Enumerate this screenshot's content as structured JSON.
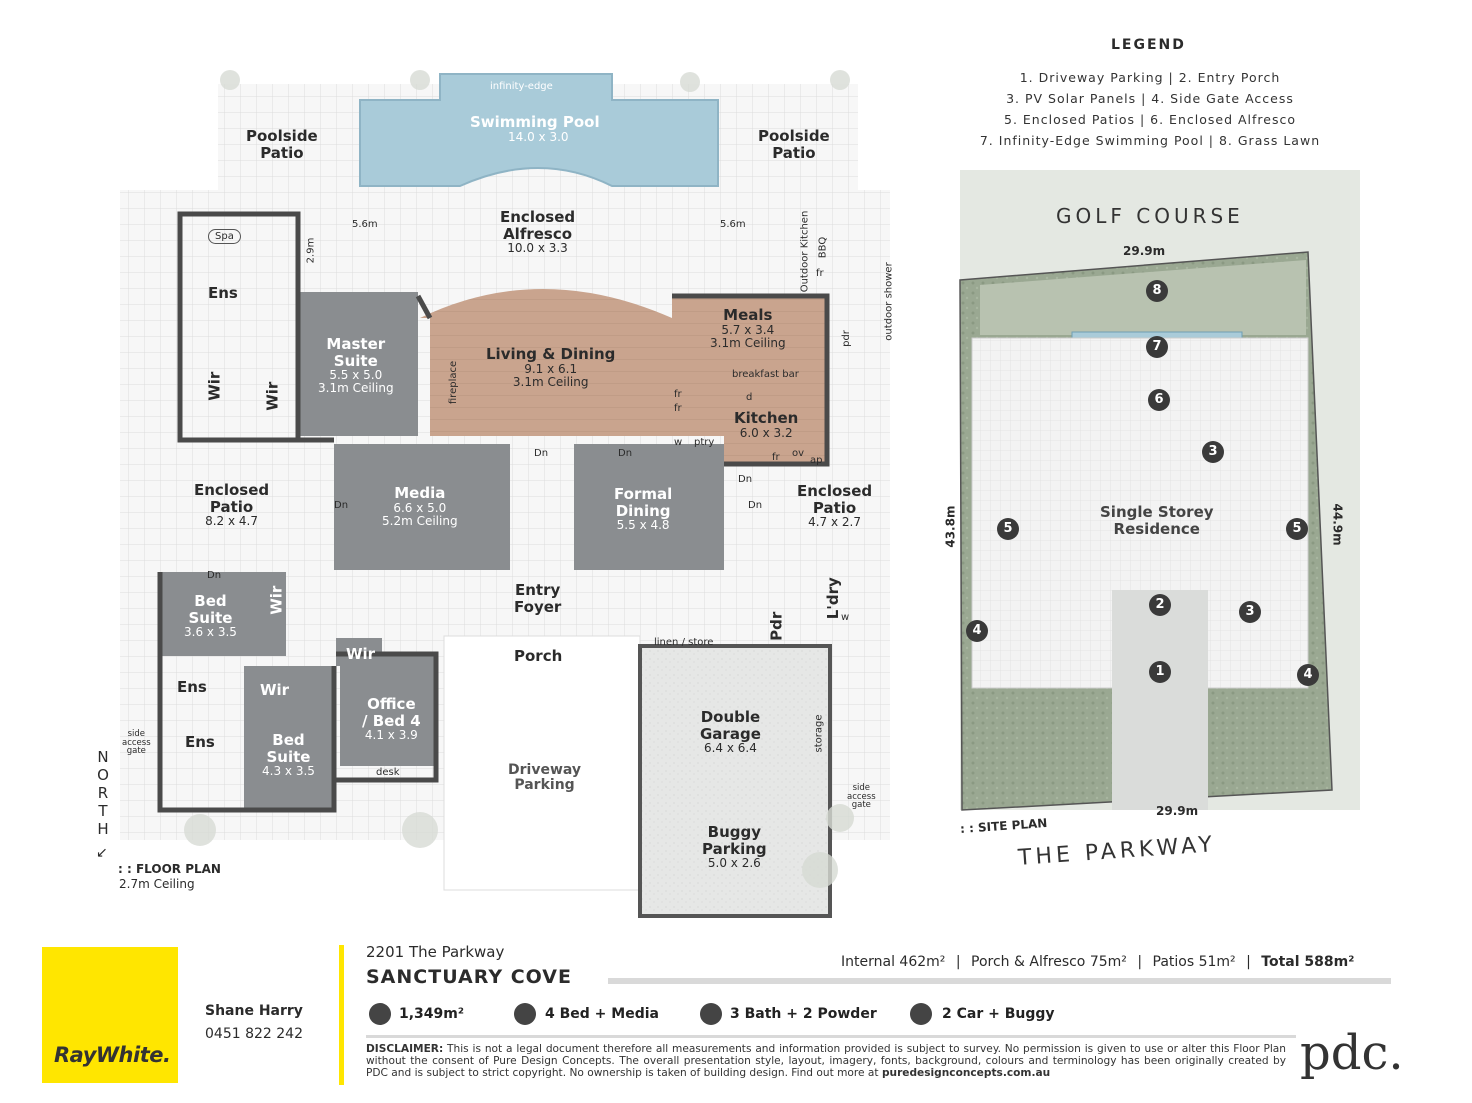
{
  "legend": {
    "title": "LEGEND",
    "lines": [
      "1. Driveway Parking  |  2. Entry Porch",
      "3. PV Solar Panels  |  4. Side Gate Access",
      "5. Enclosed Patios  |  6. Enclosed Alfresco",
      "7. Infinity-Edge Swimming Pool  |  8. Grass Lawn"
    ]
  },
  "floor_plan": {
    "pool": {
      "name": "Swimming Pool",
      "dim": "14.0 x 3.0",
      "edge": "infinity-edge"
    },
    "poolside_left": [
      "Poolside",
      "Patio"
    ],
    "poolside_right": [
      "Poolside",
      "Patio"
    ],
    "alfresco": {
      "name": [
        "Enclosed",
        "Alfresco"
      ],
      "dim": "10.0 x 3.3"
    },
    "dim_left": "5.6m",
    "dim_right": "5.6m",
    "dim_vert": "2.9m",
    "spa": "Spa",
    "ens_master": "Ens",
    "wir_a": "Wir",
    "wir_b": "Wir",
    "master": {
      "name": [
        "Master",
        "Suite"
      ],
      "dim": "5.5 x 5.0",
      "ceiling": "3.1m Ceiling"
    },
    "living": {
      "name": "Living & Dining",
      "dim": "9.1 x 6.1",
      "ceiling": "3.1m Ceiling"
    },
    "fireplace": "fireplace",
    "meals": {
      "name": "Meals",
      "dim": "5.7 x 3.4",
      "ceiling": "3.1m Ceiling"
    },
    "outdoor_kitchen": [
      "Outdoor",
      "Kitchen"
    ],
    "bbq": "BBQ",
    "fr_bbq": "fr",
    "pdr_top": "pdr",
    "outdoor_shower": [
      "outdoor",
      "shower"
    ],
    "breakfast_bar": "breakfast bar",
    "kitchen": {
      "name": "Kitchen",
      "dim": "6.0 x 3.2"
    },
    "kitchen_d": "d",
    "fr1": "fr",
    "fr2": "fr",
    "w": "w",
    "ptry": "ptry",
    "k_fr": "fr",
    "k_ov": "ov",
    "k_ap": "ap",
    "dn": [
      "Dn",
      "Dn",
      "Dn",
      "Dn",
      "Dn",
      "Dn"
    ],
    "enclosed_patio_left": {
      "name": [
        "Enclosed",
        "Patio"
      ],
      "dim": "8.2 x 4.7"
    },
    "media": {
      "name": "Media",
      "dim": "6.6 x 5.0",
      "ceiling": "5.2m Ceiling"
    },
    "formal_dining": {
      "name": [
        "Formal",
        "Dining"
      ],
      "dim": "5.5 x 4.8"
    },
    "enclosed_patio_right": {
      "name": [
        "Enclosed",
        "Patio"
      ],
      "dim": "4.7 x 2.7"
    },
    "entry_foyer": [
      "Entry",
      "Foyer"
    ],
    "bed_suite_1": {
      "name": [
        "Bed",
        "Suite"
      ],
      "dim": "3.6 x 3.5"
    },
    "wir_bed1": "Wir",
    "pdr_mid": "Pdr",
    "ldry": "L'dry",
    "ldry_w": "w",
    "wir_office": "Wir",
    "porch": "Porch",
    "linen_store": "linen / store",
    "ens_2": "Ens",
    "wir_bed2": "Wir",
    "ens_3": "Ens",
    "bed_suite_2": {
      "name": [
        "Bed",
        "Suite"
      ],
      "dim": "4.3 x 3.5"
    },
    "office": {
      "name": [
        "Office",
        "/ Bed 4"
      ],
      "dim": "4.1 x 3.9"
    },
    "desk": "desk",
    "side_gate_left": [
      "side",
      "access",
      "gate"
    ],
    "side_gate_right": [
      "side",
      "access",
      "gate"
    ],
    "driveway": [
      "Driveway",
      "Parking"
    ],
    "garage": {
      "name": [
        "Double",
        "Garage"
      ],
      "dim": "6.4 x 6.4"
    },
    "storage": "storage",
    "buggy": {
      "name": [
        "Buggy",
        "Parking"
      ],
      "dim": "5.0 x 2.6"
    },
    "north": "NORTH",
    "plan_label": ": : FLOOR PLAN",
    "plan_ceiling": "2.7m Ceiling"
  },
  "site_plan": {
    "golf_course": "GOLF COURSE",
    "the_parkway": "THE PARKWAY",
    "dim_top": "29.9m",
    "dim_bottom": "29.9m",
    "dim_left": "43.8m",
    "dim_right": "44.9m",
    "residence": [
      "Single Storey",
      "Residence"
    ],
    "label": ": : SITE PLAN",
    "markers": [
      "8",
      "7",
      "6",
      "3",
      "5",
      "5",
      "2",
      "3",
      "4",
      "1",
      "4"
    ]
  },
  "footer": {
    "agency": "RayWhite.",
    "agent_name": "Shane Harry",
    "agent_phone": "0451 822 242",
    "address": "2201 The Parkway",
    "suburb": "SANCTUARY COVE",
    "area_internal": "Internal 462m²",
    "area_porch": "Porch & Alfresco 75m²",
    "area_patios": "Patios 51m²",
    "area_total": "Total 588m²",
    "sep": "|",
    "land": "1,349m²",
    "beds": "4 Bed + Media",
    "baths": "3 Bath + 2 Powder",
    "cars": "2 Car + Buggy",
    "disclaimer_label": "DISCLAIMER:",
    "disclaimer_text": "This is not a legal document therefore all measurements and information provided is subject to survey. No permission is given to use or alter this Floor Plan without the consent of Pure Design Concepts. The overall presentation style, layout, imagery, fonts, background, colours and terminology has been originally created by PDC and is subject to strict copyright. No ownership is taken of building design. Find out more at",
    "disclaimer_url": "puredesignconcepts.com.au",
    "pdc": "pdc.",
    "brand_yellow": "#ffe600",
    "room_grey": "#8a8d90",
    "wood": "#c9a48e"
  }
}
